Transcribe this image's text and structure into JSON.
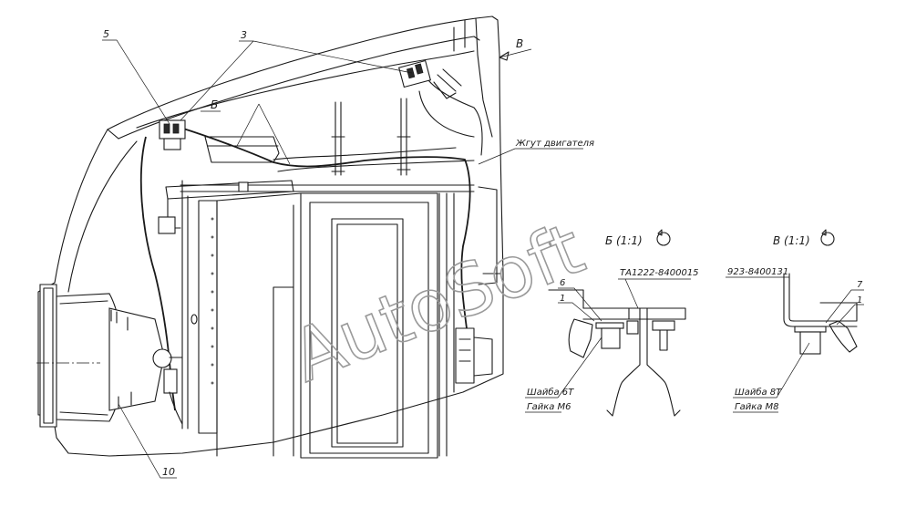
{
  "callouts": {
    "c5": "5",
    "c3": "3",
    "c10": "10",
    "cB_view": "Б",
    "cV_view": "В"
  },
  "labels": {
    "harness": "Жгут двигателя"
  },
  "view_b": {
    "title": "Б (1:1)",
    "part": "ТА1222-8400015",
    "c6": "6",
    "c1": "1",
    "washer": "Шайба 6Т",
    "nut": "Гайка М6"
  },
  "view_v": {
    "title": "В (1:1)",
    "part": "923-8400131",
    "c7": "7",
    "c1": "1",
    "washer": "Шайба 8Т",
    "nut": "Гайка М8"
  },
  "watermark": "AutoSoft"
}
